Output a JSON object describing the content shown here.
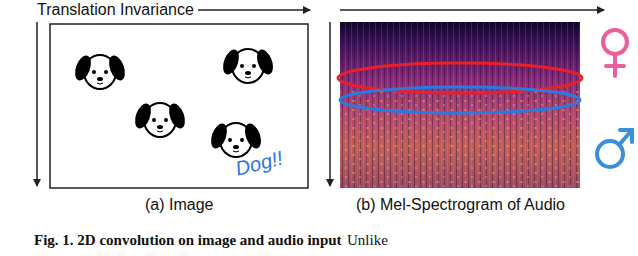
{
  "diagram": {
    "caption": "Fig. 1. 2D convolution on image and audio input",
    "labels": [
      "Translation Invariance",
      "Dog!!",
      "(a) Image",
      "(b) Mel-Spectrogram of Audio",
      "Unlike"
    ]
  }
}
